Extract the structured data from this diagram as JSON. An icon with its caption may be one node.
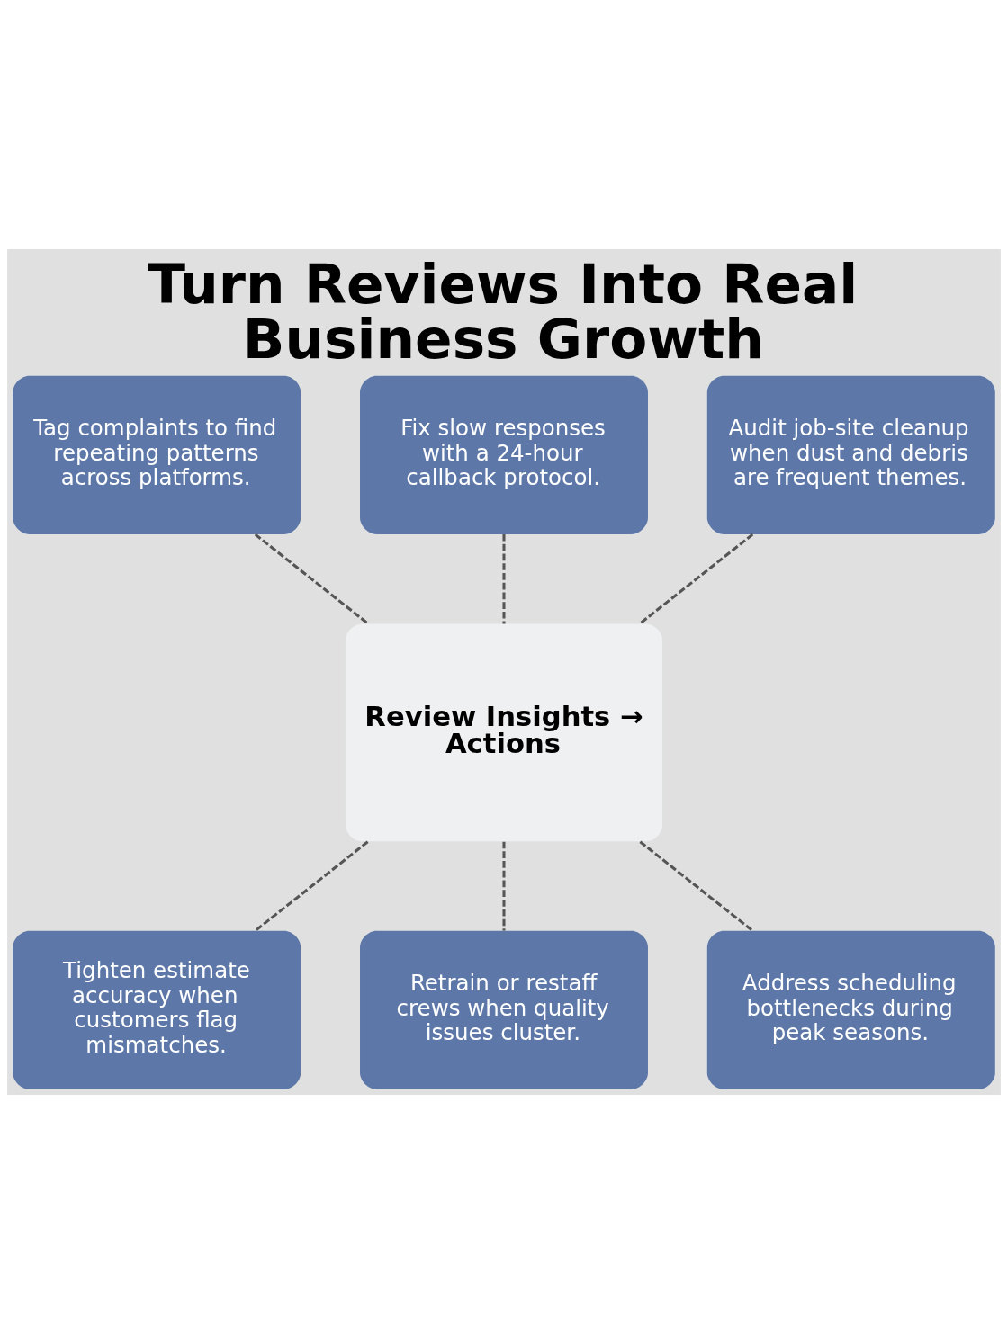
{
  "diagram": {
    "title": "Turn Reviews Into Real Business Growth",
    "nodes": [
      {
        "text": [
          "Tag complaints to find repeating patterns across platforms."
        ]
      },
      {
        "text": [
          "Fix slow responses with a 24-hour callback protocol."
        ]
      },
      {
        "text": [
          "Audit job-site cleanup when dust and debris are frequent themes."
        ]
      },
      {
        "text": [
          "Review Insights → Actions"
        ]
      },
      {
        "text": [
          "Tighten estimate accuracy when customers flag mismatches."
        ]
      },
      {
        "text": [
          "Retrain or restaff crews when quality issues cluster."
        ]
      },
      {
        "text": [
          "Address scheduling bottlenecks during peak seasons."
        ]
      }
    ],
    "edges": [
      {
        "from": 0,
        "to": 3,
        "arrow": "none",
        "style": "dashed"
      },
      {
        "from": 1,
        "to": 3,
        "arrow": "none",
        "style": "dashed"
      },
      {
        "from": 2,
        "to": 3,
        "arrow": "none",
        "style": "dashed"
      },
      {
        "from": 3,
        "to": 4,
        "arrow": "none",
        "style": "dashed"
      },
      {
        "from": 3,
        "to": 5,
        "arrow": "none",
        "style": "dashed"
      },
      {
        "from": 3,
        "to": 6,
        "arrow": "none",
        "style": "dashed"
      }
    ]
  }
}
